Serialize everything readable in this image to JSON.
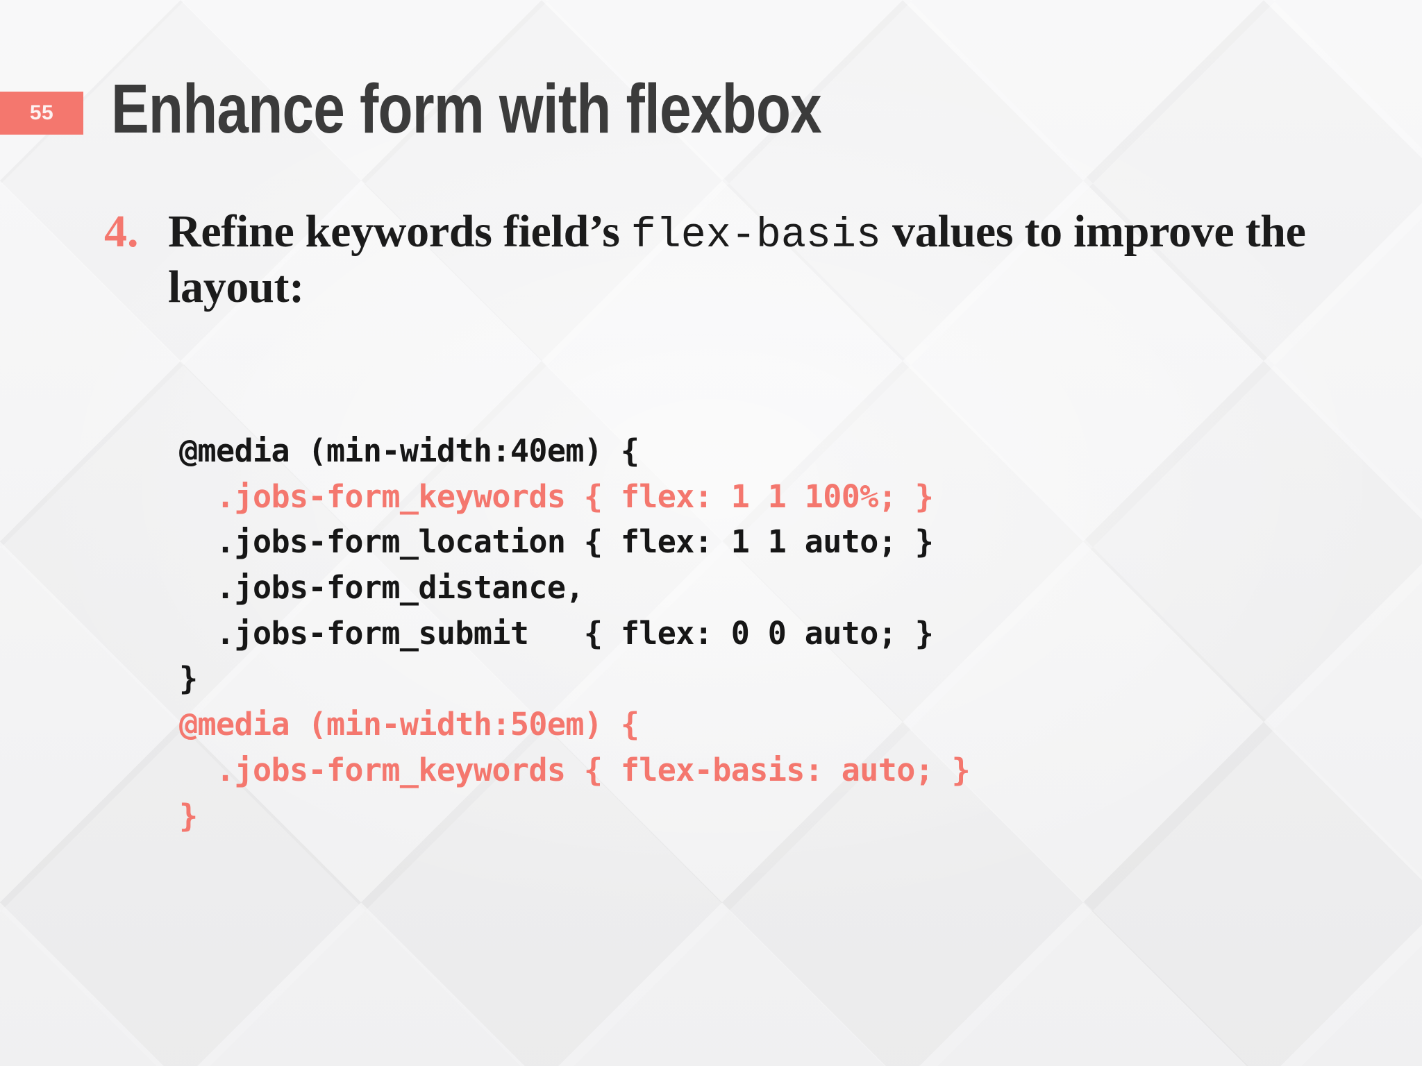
{
  "slide": {
    "page_number": "55",
    "title": "Enhance form with flexbox",
    "accent_color": "#f4776e",
    "dark_color": "#3b3b3b",
    "code_dark_color": "#161616",
    "background_color": "#f1f1f2"
  },
  "list": {
    "marker": "4.",
    "text_before_code": "Refine keywords field’s ",
    "inline_code": "flex-basis",
    "text_after_code": " values to improve the layout:"
  },
  "code": {
    "lines": [
      {
        "text": "@media (min-width:40em) {",
        "color": "dark"
      },
      {
        "text": "  .jobs-form_keywords { flex: 1 1 100%; }",
        "color": "pink"
      },
      {
        "text": "  .jobs-form_location { flex: 1 1 auto; }",
        "color": "dark"
      },
      {
        "text": "  .jobs-form_distance,",
        "color": "dark"
      },
      {
        "text": "  .jobs-form_submit   { flex: 0 0 auto; }",
        "color": "dark"
      },
      {
        "text": "}",
        "color": "dark"
      },
      {
        "text": "@media (min-width:50em) {",
        "color": "pink"
      },
      {
        "text": "  .jobs-form_keywords { flex-basis: auto; }",
        "color": "pink"
      },
      {
        "text": "}",
        "color": "pink"
      }
    ]
  }
}
